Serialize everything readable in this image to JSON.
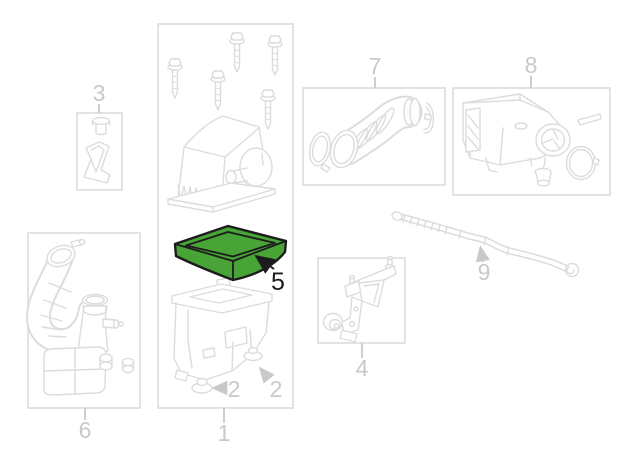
{
  "diagram": {
    "type": "parts-diagram",
    "background_color": "#ffffff",
    "artwork_line_color": "#dcdcdc",
    "callout_color": "#c9c9c9",
    "highlight": {
      "callout": "5",
      "fill_color": "#48a437",
      "outline_color": "#1c1c1c"
    },
    "callouts": {
      "c1": "1",
      "c2": "2",
      "c3": "3",
      "c4": "4",
      "c5": "5",
      "c6": "6",
      "c7": "7",
      "c8": "8",
      "c9": "9"
    }
  }
}
